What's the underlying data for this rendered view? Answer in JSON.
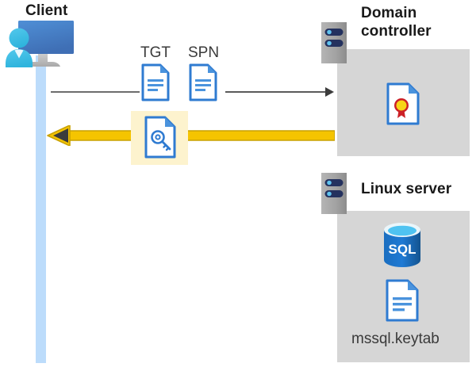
{
  "diagram": {
    "type": "kerberos-authentication-flow",
    "background_color": "#ffffff",
    "panel_color": "#d6d6d6",
    "highlight_color": "#fdf3ce",
    "accent_blue": "#2f7bd1",
    "accent_yellow": "#f5c400",
    "lifeline_color": "#bcdcfb",
    "arrow_gray": "#5a5a5a"
  },
  "client": {
    "title": "Client",
    "icon_name": "user-workstation-icon"
  },
  "tickets": [
    {
      "label": "TGT",
      "icon_name": "document-icon"
    },
    {
      "label": "SPN",
      "icon_name": "document-icon"
    }
  ],
  "highlighted_ticket": {
    "icon_name": "key-document-icon",
    "label": ""
  },
  "domain_controller": {
    "title_line1": "Domain",
    "title_line2": "controller",
    "server_icon_name": "server-rack-icon",
    "contents": [
      {
        "icon_name": "certificate-document-icon",
        "label": ""
      }
    ]
  },
  "linux_server": {
    "title": "Linux server",
    "server_icon_name": "server-rack-icon",
    "contents": [
      {
        "icon_name": "sql-database-icon",
        "label": "SQL"
      },
      {
        "icon_name": "document-icon",
        "label": "mssql.keytab"
      }
    ]
  },
  "flows": [
    {
      "name": "request-arrow",
      "direction": "client-to-domain-controller",
      "style": "gray-thin"
    },
    {
      "name": "response-arrow",
      "direction": "domain-controller-to-client",
      "style": "yellow-thick"
    }
  ]
}
